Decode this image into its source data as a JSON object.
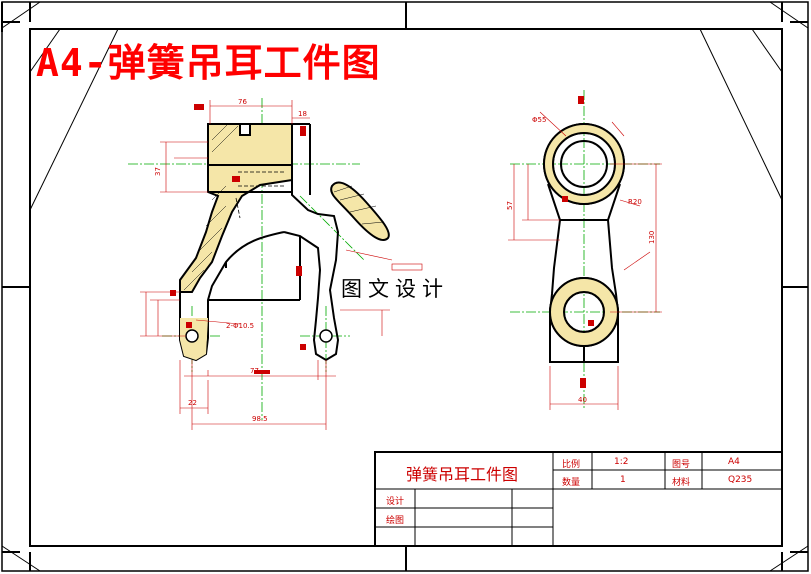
{
  "drawing": {
    "heading": "A4-弹簧吊耳工件图",
    "watermark": "图文设计"
  },
  "title_block": {
    "part_name": "弹簧吊耳工件图",
    "scale_label": "比例",
    "scale_value": "1:2",
    "drawing_no_label": "图号",
    "drawing_no_value": "A4",
    "quantity_label": "数量",
    "quantity_value": "1",
    "material_label": "材料",
    "material_value": "Q235",
    "designer_label": "设计",
    "drafter_label": "绘图"
  },
  "dimensions": {
    "front_top_width": "76",
    "front_top_right": "18",
    "front_left_height": "37",
    "front_base_width": "77",
    "front_overall_width": "98.5",
    "front_bottom_left": "22",
    "front_hole_note": "2-Φ10.5",
    "side_top_dia": "Φ55",
    "side_left_height": "57",
    "side_height": "130",
    "side_r1": "R20",
    "side_bottom_width": "40"
  },
  "colors": {
    "frame": "#000000",
    "title_red": "#ff0000",
    "dim_red": "#cc0000",
    "center_green": "#00aa00",
    "hatch_fill": "#f5e6a8"
  }
}
